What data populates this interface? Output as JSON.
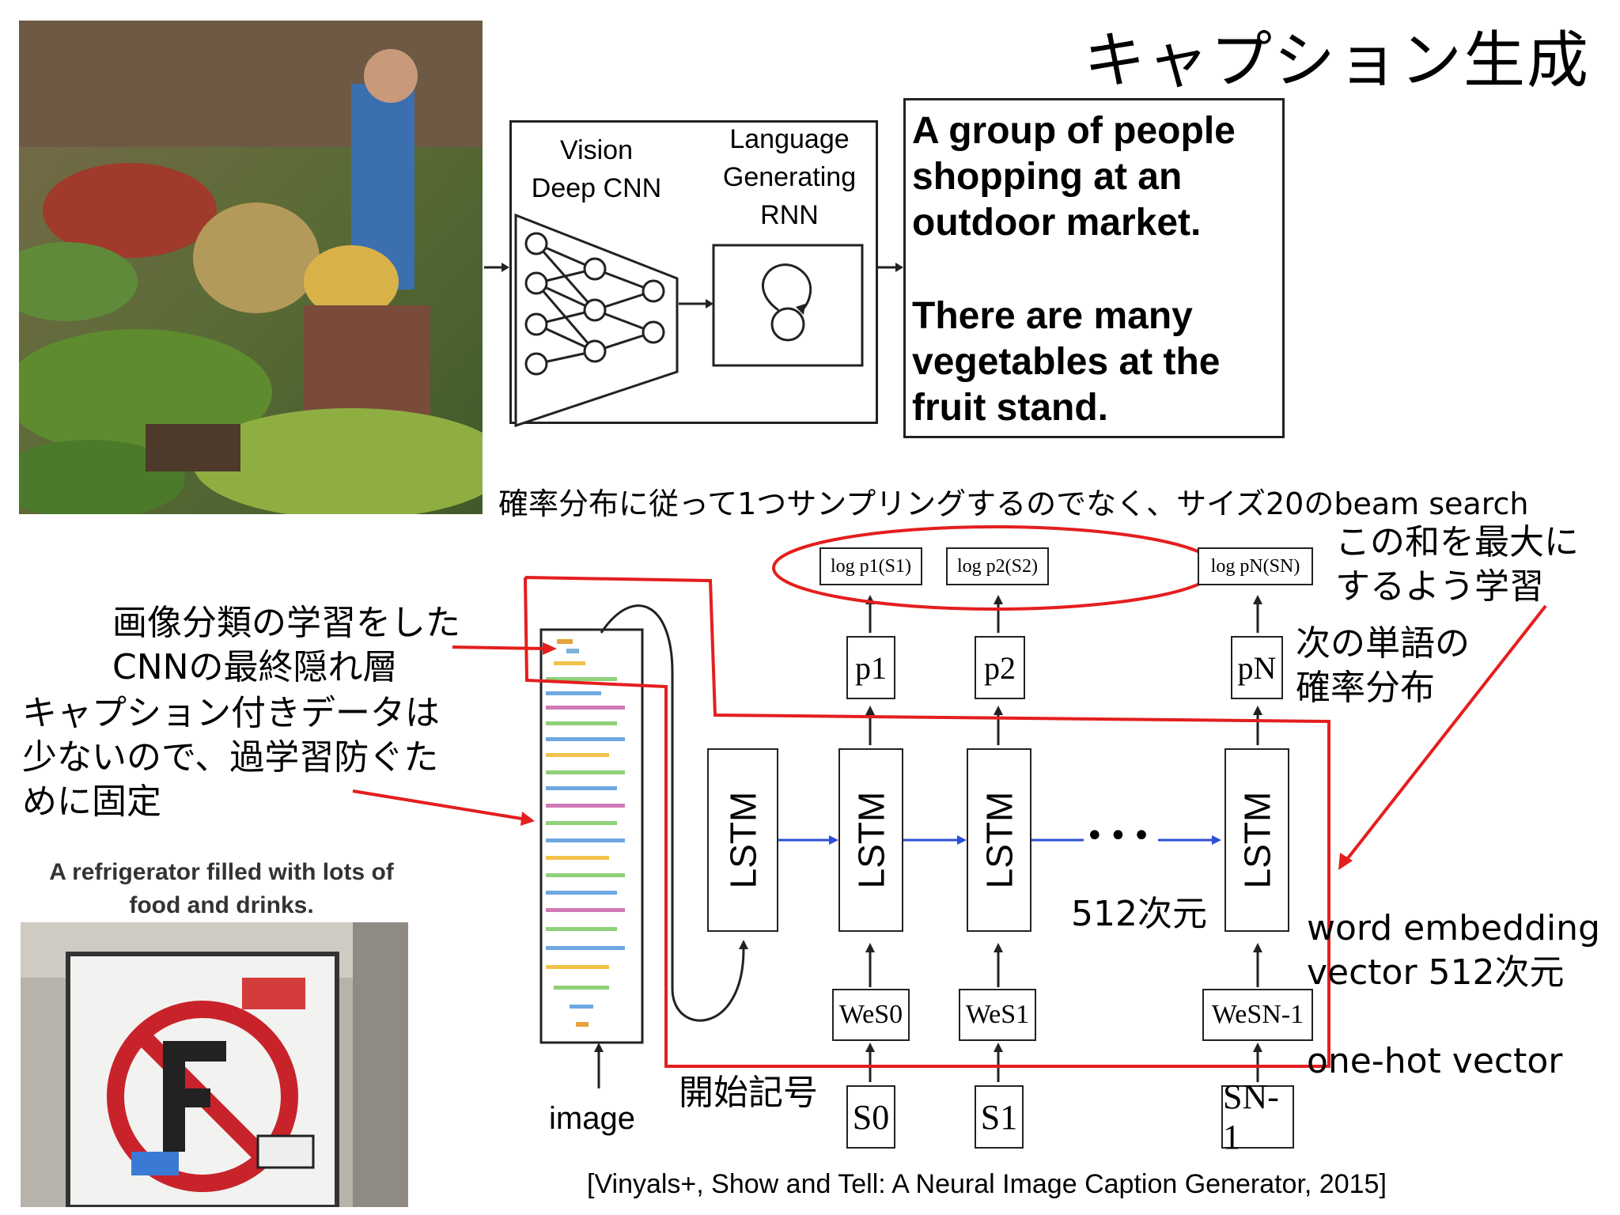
{
  "title": "キャプション生成",
  "pipeline": {
    "vision_label": [
      "Vision",
      "Deep CNN"
    ],
    "language_label": [
      "Language",
      "Generating",
      "RNN"
    ],
    "caption_lines_1": [
      "A group of people",
      "shopping at an",
      "outdoor market."
    ],
    "caption_lines_2": [
      "There are many",
      "vegetables at the",
      "fruit stand."
    ]
  },
  "beam_note": "確率分布に従って1つサンプリングするのでなく、サイズ20のbeam search",
  "annotations": {
    "cnn_last_hidden": [
      "画像分類の学習をした",
      "CNNの最終隠れ層"
    ],
    "fixed_note": [
      "キャプション付きデータは",
      "少ないので、過学習防ぐた",
      "めに固定"
    ],
    "maximize_sum": [
      "この和を最大に",
      "するよう学習"
    ],
    "next_word_dist": [
      "次の単語の",
      "確率分布"
    ],
    "dim_512": "512次元",
    "word_embedding": [
      "word embedding",
      "vector  512次元"
    ],
    "one_hot": "one-hot vector",
    "start_symbol": "開始記号"
  },
  "network": {
    "image_label": "image",
    "lstm_label": "LSTM",
    "logp": [
      "log p1(S1)",
      "log p2(S2)",
      "log pN(SN)"
    ],
    "p": [
      "p1",
      "p2",
      "pN"
    ],
    "we": [
      "WeS0",
      "WeS1",
      "WeSN-1"
    ],
    "s": [
      "S0",
      "S1",
      "SN-1"
    ],
    "ellipsis": "•••"
  },
  "fridge_caption": [
    "A refrigerator filled with lots of",
    "food and drinks."
  ],
  "reference": "[Vinyals+, Show and Tell: A Neural Image Caption Generator, 2015]",
  "colors": {
    "red": "#e41e1e",
    "blue": "#2c4fd6"
  }
}
